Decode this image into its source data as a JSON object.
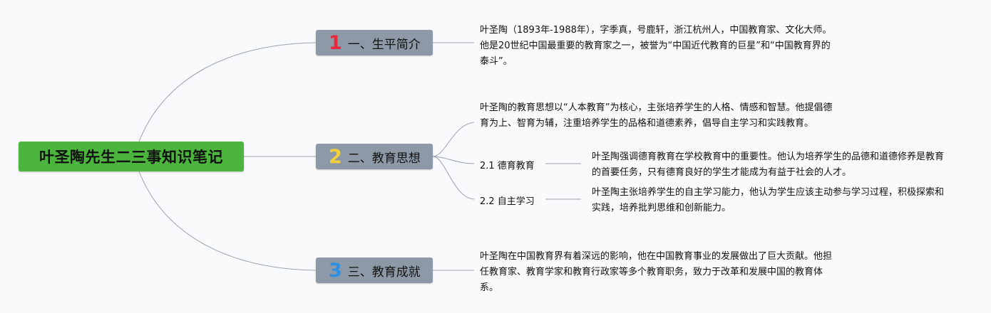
{
  "root": {
    "title": "叶圣陶先生二三事知识笔记"
  },
  "branches": [
    {
      "num": "1",
      "num_color": "#e8283d",
      "label": "一、生平简介",
      "note": "叶圣陶（1893年-1988年），字季真，号鹿轩，浙江杭州人，中国教育家、文化大师。他是20世纪中国最重要的教育家之一，被誉为“中国近代教育的巨星”和“中国教育界的泰斗”。"
    },
    {
      "num": "2",
      "num_color": "#f2d03d",
      "label": "二、教育思想",
      "note": "叶圣陶的教育思想以“人本教育”为核心，主张培养学生的人格、情感和智慧。他提倡德育为上、智育为辅，注重培养学生的品格和道德素养，倡导自主学习和实践教育。",
      "subs": [
        {
          "label": "2.1 德育教育",
          "note": "叶圣陶强调德育教育在学校教育中的重要性。他认为培养学生的品德和道德修养是教育的首要任务，只有德育良好的学生才能成为有益于社会的人才。"
        },
        {
          "label": "2.2 自主学习",
          "note": "叶圣陶主张培养学生的自主学习能力，他认为学生应该主动参与学习过程，积极探索和实践，培养批判思维和创新能力。"
        }
      ]
    },
    {
      "num": "3",
      "num_color": "#2f8fe0",
      "label": "三、教育成就",
      "note": "叶圣陶在中国教育界有着深远的影响，他在中国教育事业的发展做出了巨大贡献。他担任教育家、教育学家和教育行政家等多个教育职务，致力于改革和发展中国的教育体系。"
    }
  ]
}
